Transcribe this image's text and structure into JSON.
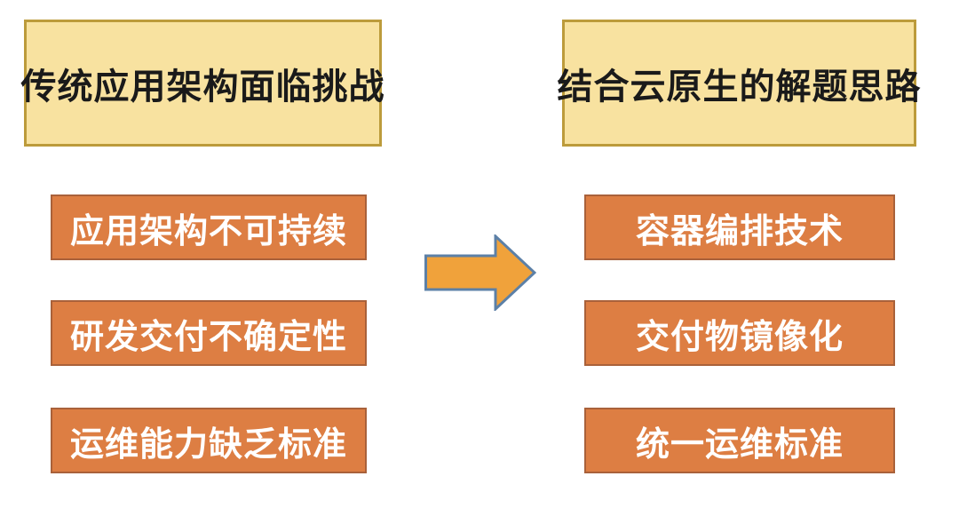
{
  "diagram": {
    "left_panel": {
      "header": "传统应用架构面临挑战",
      "items": [
        "应用架构不可持续",
        "研发交付不确定性",
        "运维能力缺乏标准"
      ]
    },
    "right_panel": {
      "header": "结合云原生的解题思路",
      "items": [
        "容器编排技术",
        "交付物镜像化",
        "统一运维标准"
      ]
    },
    "arrow": {
      "icon": "right-arrow-icon",
      "direction": "right"
    }
  },
  "colors": {
    "page_bg": "#FFFFFF",
    "header_fill": "#F8E2A0",
    "header_border": "#BC9B3B",
    "header_text": "#1A1A1A",
    "box_fill": "#DD7E43",
    "box_border": "#A9613A",
    "box_text": "#FFFFFF",
    "arrow_fill": "#F0A23B",
    "arrow_border": "#5C80A7"
  }
}
